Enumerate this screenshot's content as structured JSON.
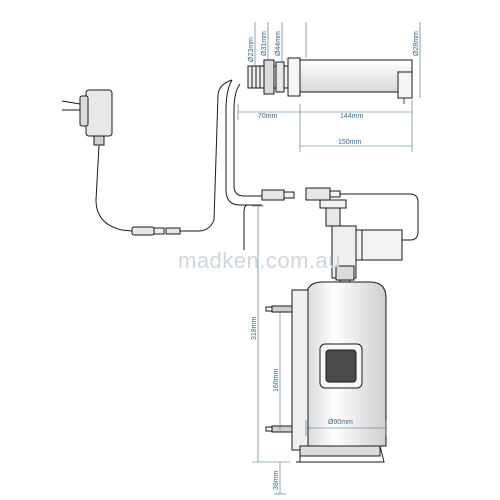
{
  "dimensions": {
    "d23": "Ø23mm",
    "d31": "Ø31mm",
    "d44": "Ø44mm",
    "d28": "Ø28mm",
    "l70": "70mm",
    "l144": "144mm",
    "l150": "150mm",
    "h318": "318mm",
    "h160": "160mm",
    "h38": "38mm",
    "d90": "Ø90mm"
  },
  "watermark": "madken.com.au",
  "colors": {
    "line": "#1a1a1a",
    "dimension": "#3a6a8a",
    "fill_light": "#f2f2f2",
    "fill_dark": "#4a4a4a",
    "watermark": "#d0d6dc"
  }
}
